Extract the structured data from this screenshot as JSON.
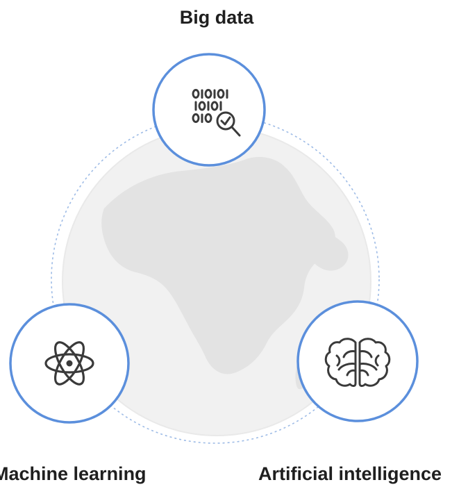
{
  "diagram": {
    "nodes": [
      {
        "id": "big-data",
        "label": "Big data",
        "icon": "binary-magnifier-icon"
      },
      {
        "id": "machine-learning",
        "label": "Machine learning",
        "icon": "atom-icon"
      },
      {
        "id": "artificial-intelligence",
        "label": "Artificial intelligence",
        "icon": "brain-icon"
      }
    ],
    "connector": "dashed-circle",
    "background": "world-globe-africa-europe"
  },
  "colors": {
    "node_ring": "#5b8fdc",
    "connector": "#9dbbe6",
    "globe": "#ebebeb",
    "globe_land": "#dcdcdc",
    "icon_stroke": "#3a3a3a",
    "label_text": "#1f1f1f",
    "background": "#ffffff"
  }
}
